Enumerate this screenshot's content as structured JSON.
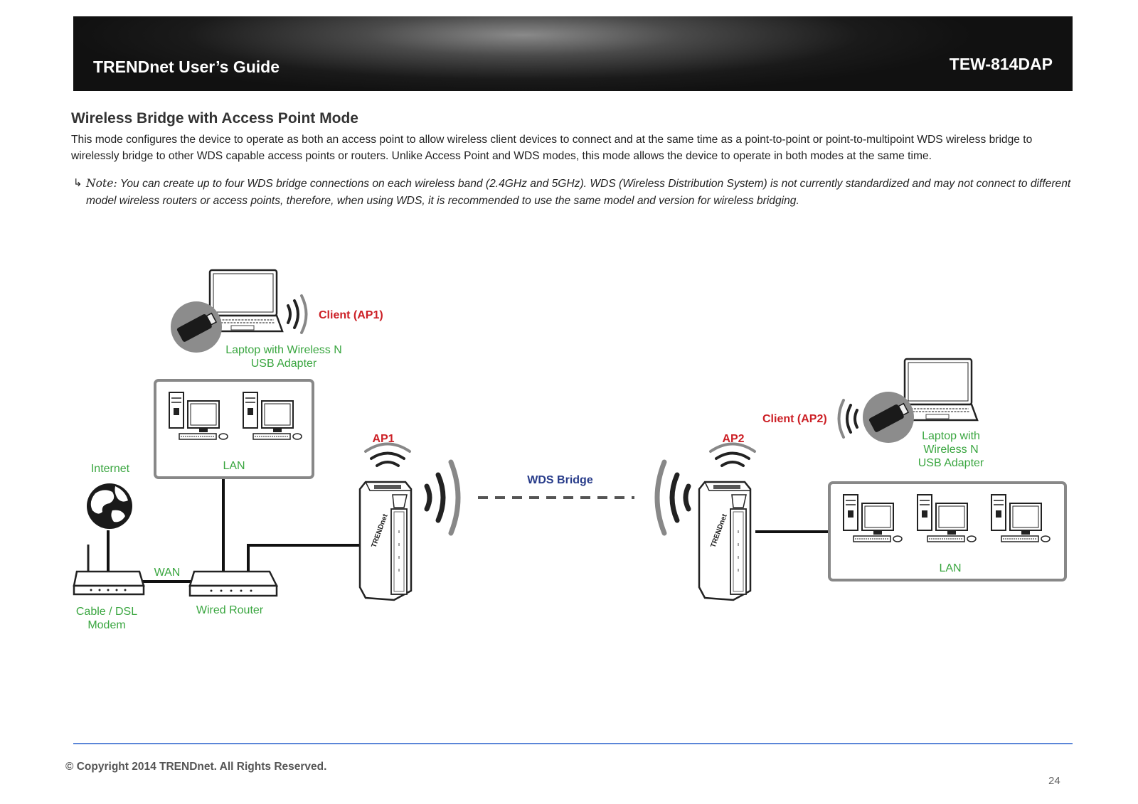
{
  "header": {
    "guide_title": "TRENDnet User’s Guide",
    "model": "TEW-814DAP"
  },
  "section": {
    "title": "Wireless Bridge with Access Point Mode",
    "intro": "This mode configures the device to operate as both an access point to allow wireless client devices to connect and at the same time as a point-to-point or point-to-multipoint WDS wireless bridge to wirelessly bridge to other WDS capable access points or routers. Unlike Access Point and WDS modes, this mode allows the device to operate in both modes at the same time.",
    "note_label": "Note:",
    "note_text": " You can create up to four WDS bridge connections on each wireless band (2.4GHz and 5GHz). WDS (Wireless Distribution System) is not currently standardized and may not connect to different model wireless routers or access points, therefore, when using WDS, it is recommended to use the same model and version for wireless bridging."
  },
  "diagram": {
    "client_ap1": "Client (AP1)",
    "laptop1_line1": "Laptop with Wireless N",
    "laptop1_line2": "USB Adapter",
    "lan_left": "LAN",
    "internet": "Internet",
    "wan": "WAN",
    "modem_line1": "Cable / DSL",
    "modem_line2": "Modem",
    "wired_router": "Wired Router",
    "ap1": "AP1",
    "ap2": "AP2",
    "wds_bridge": "WDS Bridge",
    "client_ap2": "Client (AP2)",
    "laptop2_line1": "Laptop with",
    "laptop2_line2": "Wireless N",
    "laptop2_line3": "USB Adapter",
    "lan_right": "LAN",
    "colors": {
      "device_label": "#3aa640",
      "client_label": "#cc1f25",
      "bridge_label": "#283c8a"
    }
  },
  "footer": {
    "copyright": "© Copyright 2014 TRENDnet. All Rights Reserved.",
    "page_number": "24"
  }
}
